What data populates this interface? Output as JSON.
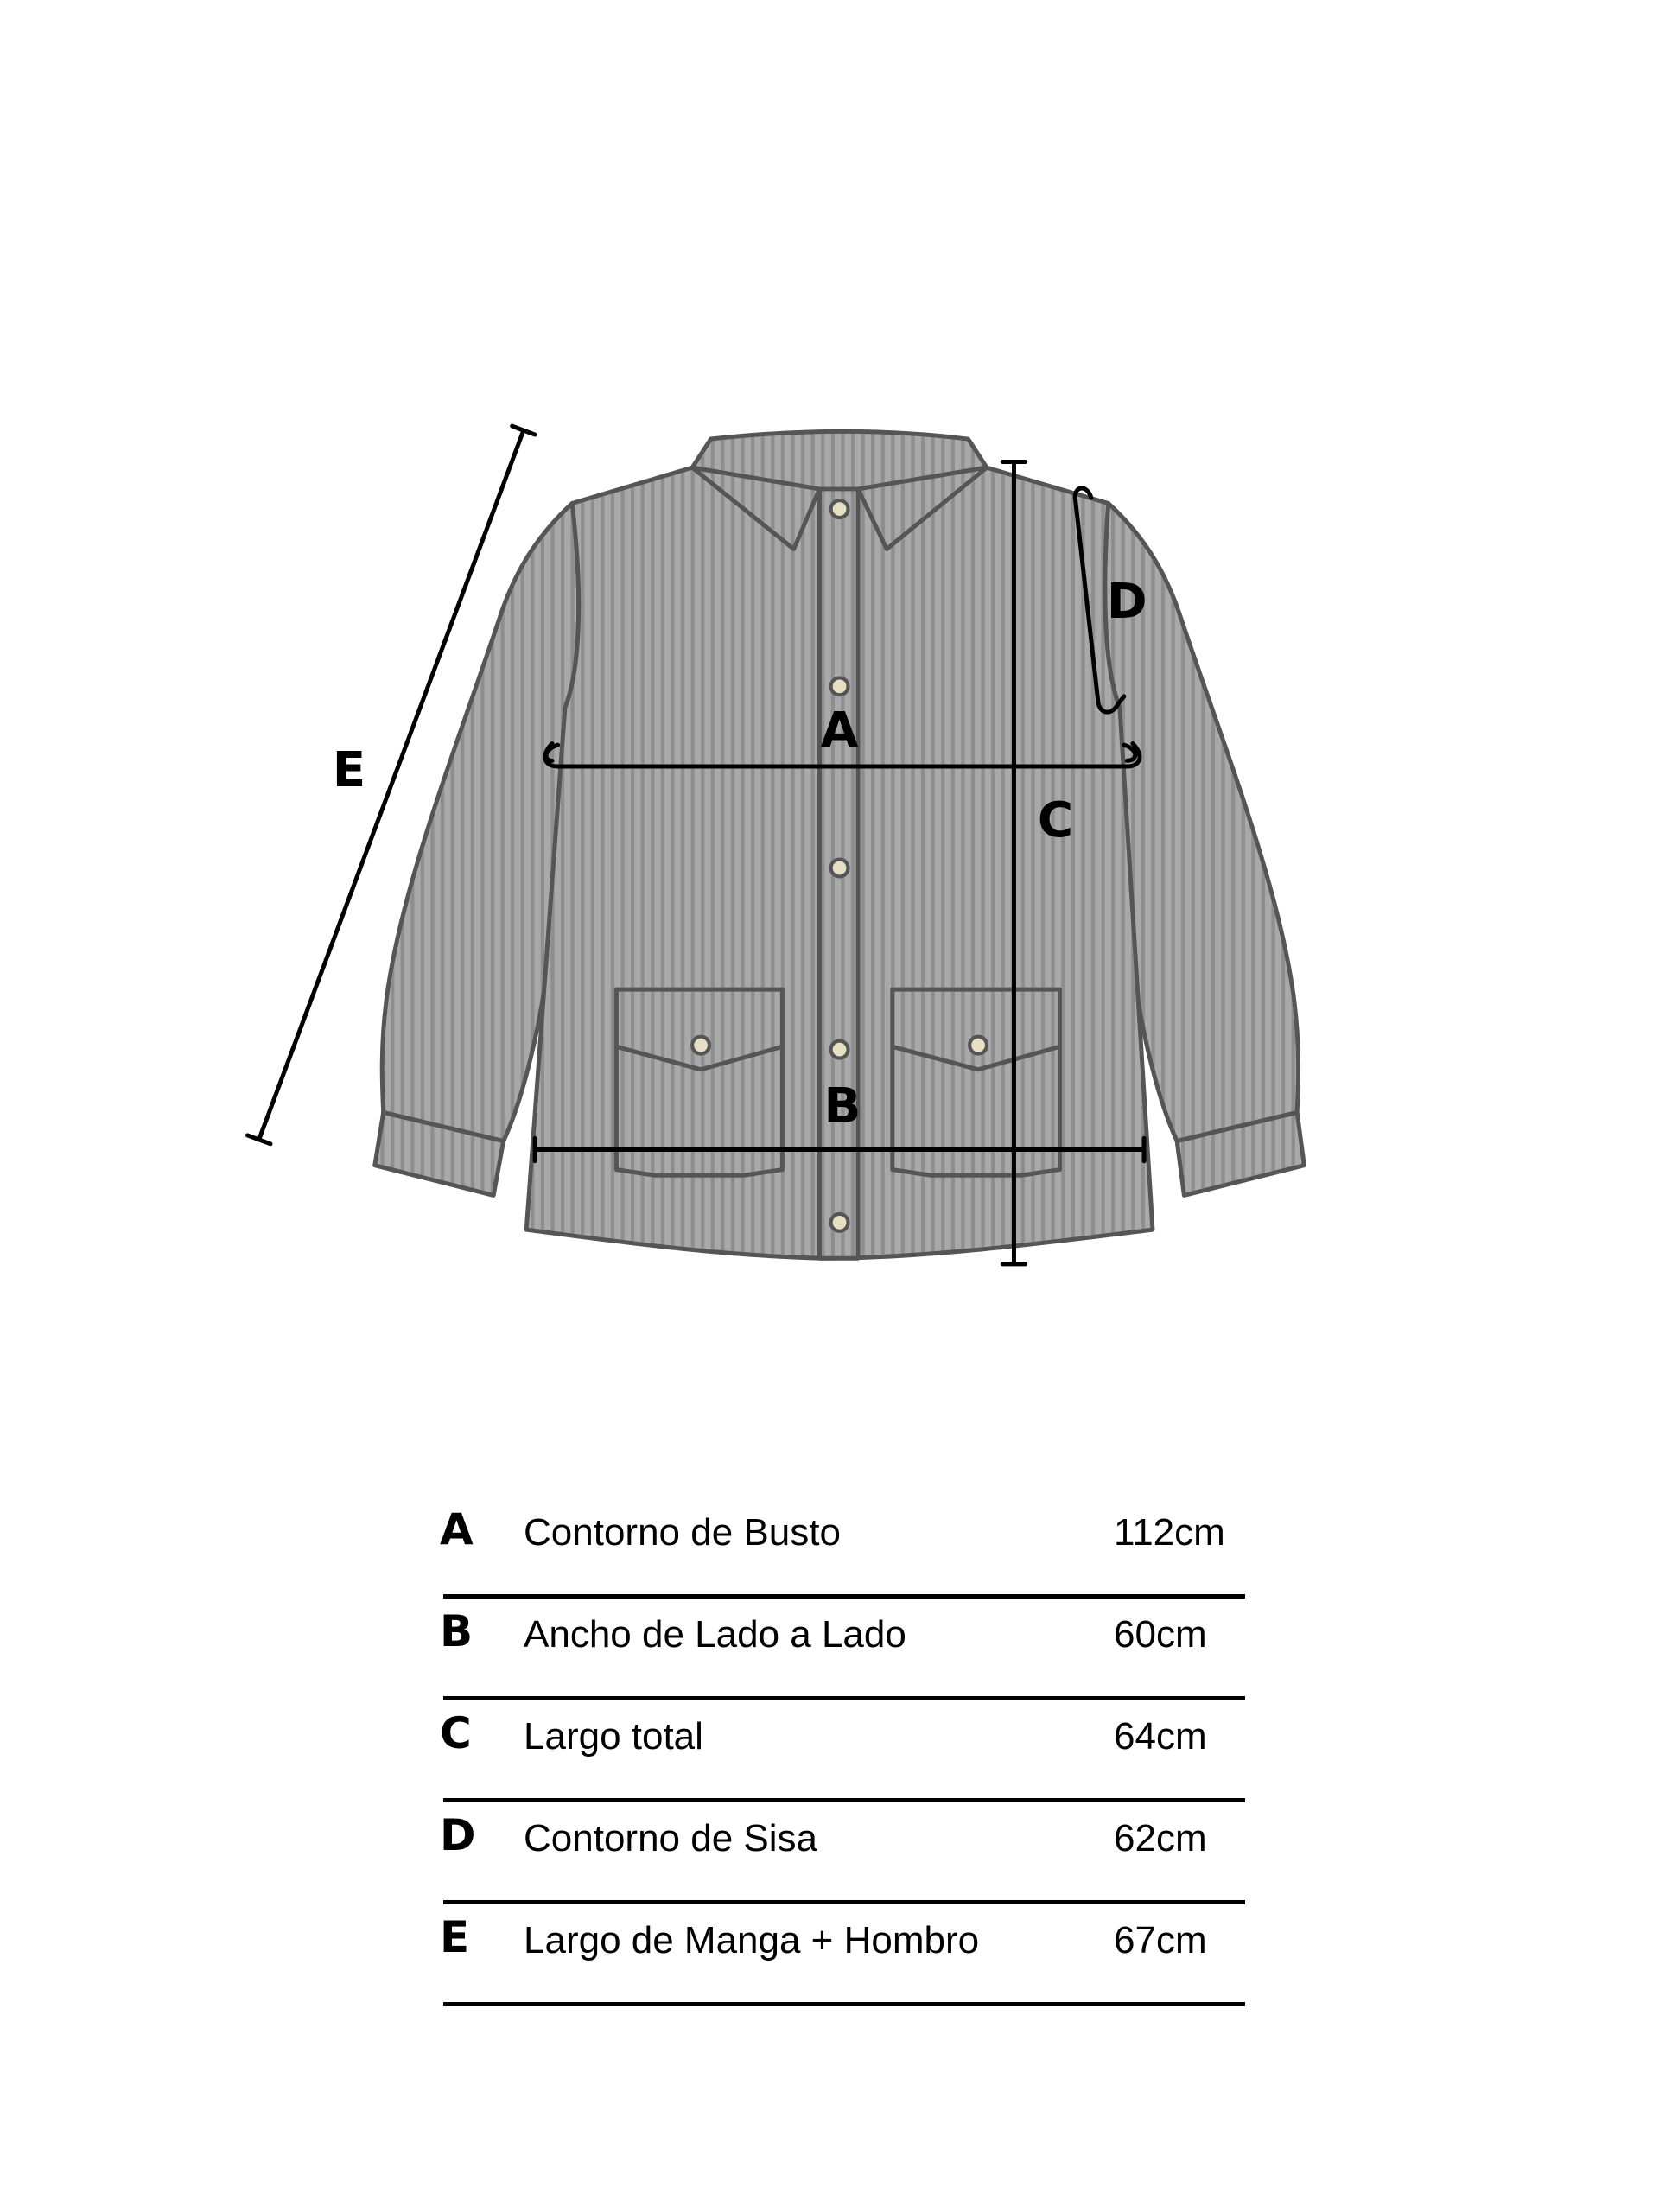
{
  "diagram": {
    "labels": {
      "a": "A",
      "b": "B",
      "c": "C",
      "d": "D",
      "e": "E"
    },
    "colors": {
      "fabric": "#a9a9a9",
      "stripe": "#8e8e8e",
      "outline": "#555555",
      "button": "#e6dfc4",
      "measure": "#000000"
    }
  },
  "table": {
    "rows": [
      {
        "letter": "A",
        "name": "Contorno de Busto",
        "value": "112cm"
      },
      {
        "letter": "B",
        "name": "Ancho de Lado a Lado",
        "value": "60cm"
      },
      {
        "letter": "C",
        "name": "Largo total",
        "value": "64cm"
      },
      {
        "letter": "D",
        "name": "Contorno de Sisa",
        "value": "62cm"
      },
      {
        "letter": "E",
        "name": "Largo de Manga + Hombro",
        "value": "67cm"
      }
    ]
  }
}
